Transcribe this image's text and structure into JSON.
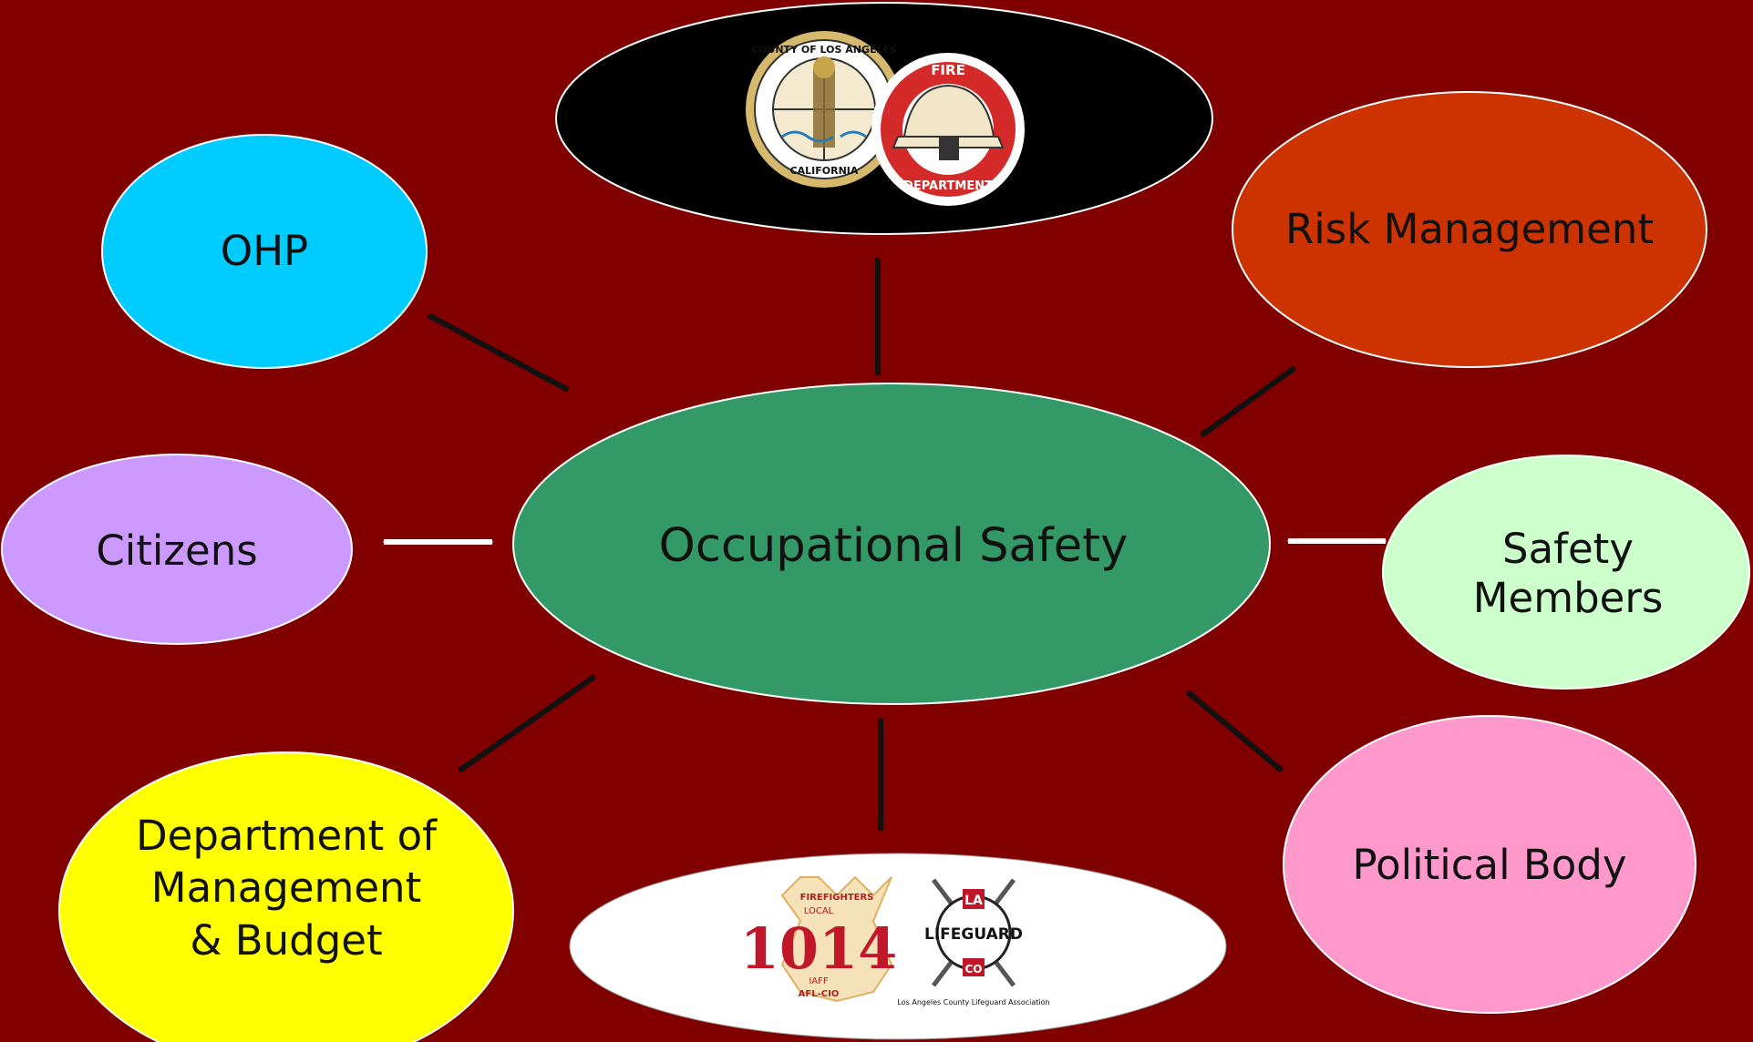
{
  "diagram": {
    "center": {
      "label": "Occupational Safety",
      "color": "#339966"
    },
    "nodes": {
      "ohp": {
        "label": "OHP",
        "color": "#00CCFF"
      },
      "risk": {
        "label": "Risk Management",
        "color": "#CC3300"
      },
      "citizens": {
        "label": "Citizens",
        "color": "#CC99FF"
      },
      "safety": {
        "label": "Safety\nMembers",
        "color": "#CCFFCC"
      },
      "budget": {
        "label": "Department of\nManagement\n& Budget",
        "color": "#FFFF00"
      },
      "political": {
        "label": "Political Body",
        "color": "#FF99CC"
      }
    },
    "logos_top": {
      "county_seal_text": "COUNTY OF LOS ANGELES",
      "county_seal_state": "CALIFORNIA",
      "fire_top": "FIRE",
      "fire_bottom": "DEPARTMENT"
    },
    "logos_bottom": {
      "union_top": "FIREFIGHTERS",
      "union_local": "LOCAL",
      "union_number": "1014",
      "union_iaff": "IAFF",
      "union_afl": "AFL-CIO",
      "lifeguard_la": "LA",
      "lifeguard_word": "LIFEGUARD",
      "lifeguard_co": "CO",
      "lifeguard_assoc": "Los Angeles County Lifeguard Association"
    }
  }
}
